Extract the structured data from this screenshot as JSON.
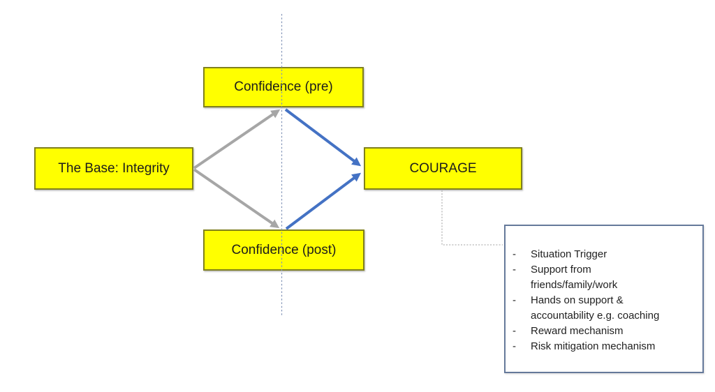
{
  "diagram": {
    "nodes": {
      "confidence_pre": {
        "label": "Confidence (pre)"
      },
      "base_integrity": {
        "label": "The Base: Integrity"
      },
      "courage": {
        "label": "COURAGE"
      },
      "confidence_post": {
        "label": "Confidence (post)"
      }
    },
    "edges": [
      {
        "from": "base_integrity",
        "to": "confidence_pre",
        "style": "solid-arrow",
        "color_key": "arrow_gray"
      },
      {
        "from": "base_integrity",
        "to": "confidence_post",
        "style": "solid-arrow",
        "color_key": "arrow_gray"
      },
      {
        "from": "confidence_pre",
        "to": "courage",
        "style": "solid-arrow",
        "color_key": "arrow_blue"
      },
      {
        "from": "confidence_post",
        "to": "courage",
        "style": "solid-arrow",
        "color_key": "arrow_blue"
      },
      {
        "from": "courage",
        "to": "mechanisms_panel",
        "style": "dotted-elbow",
        "color_key": "connector_gray"
      }
    ],
    "guide_line": {
      "orientation": "vertical",
      "style": "dashed"
    },
    "mechanisms_panel": {
      "bullet": "-",
      "items": [
        "Situation Trigger",
        "Support from friends/family/work",
        "Hands on support & accountability e.g. coaching",
        "Reward mechanism",
        "Risk mitigation mechanism"
      ]
    },
    "colors": {
      "node_fill": "#FFFF00",
      "node_border": "#80801D",
      "arrow_gray": "#A6A6A6",
      "arrow_blue": "#4472C4",
      "guide_blue": "#8496B8",
      "connector_gray": "#B3B3B3",
      "panel_border": "#65799A",
      "text": "#1F1F1F"
    }
  }
}
